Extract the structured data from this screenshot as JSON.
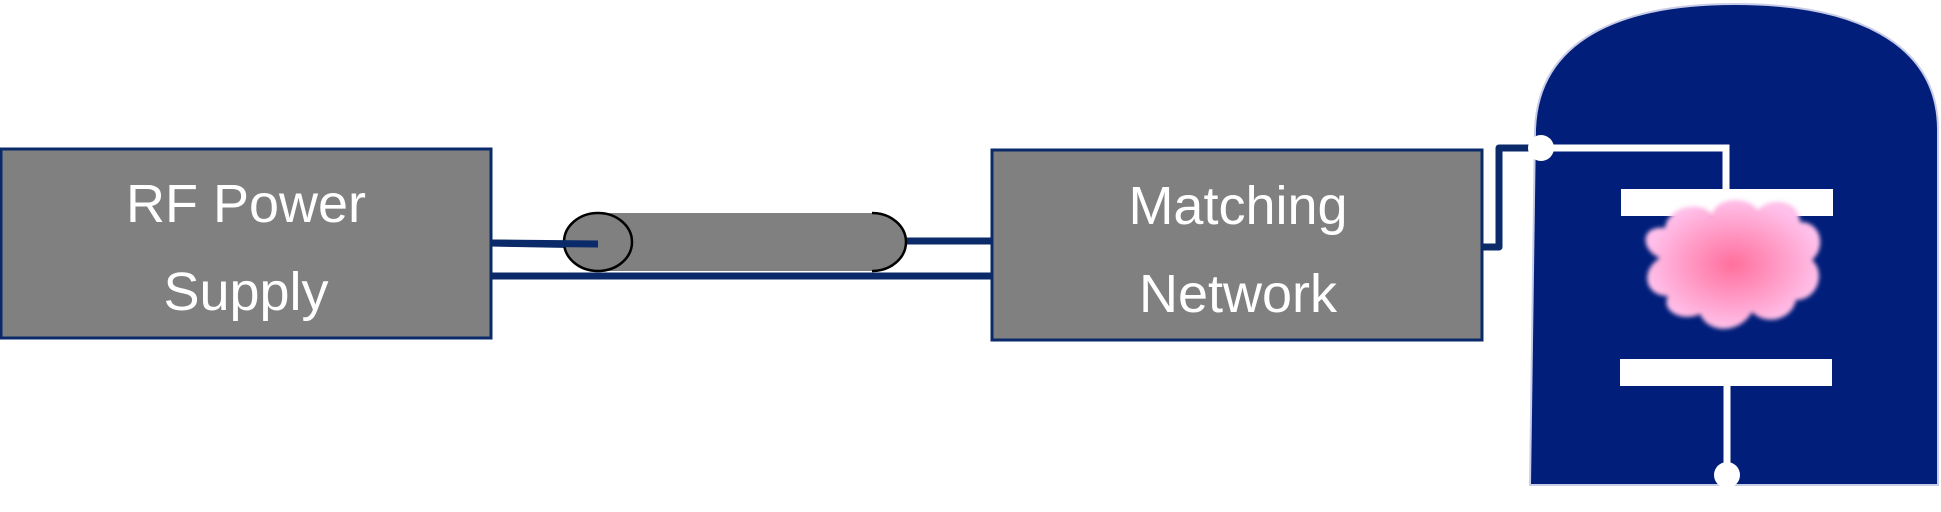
{
  "rf_supply": {
    "line1": "RF Power",
    "line2": "Supply"
  },
  "matching_network": {
    "line1": "Matching",
    "line2": "Network"
  },
  "colors": {
    "box_fill": "#808080",
    "wire": "#0a2a6a",
    "chamber": "#001e7a",
    "plasma": "#ff6f9c",
    "electrode": "#ffffff"
  }
}
